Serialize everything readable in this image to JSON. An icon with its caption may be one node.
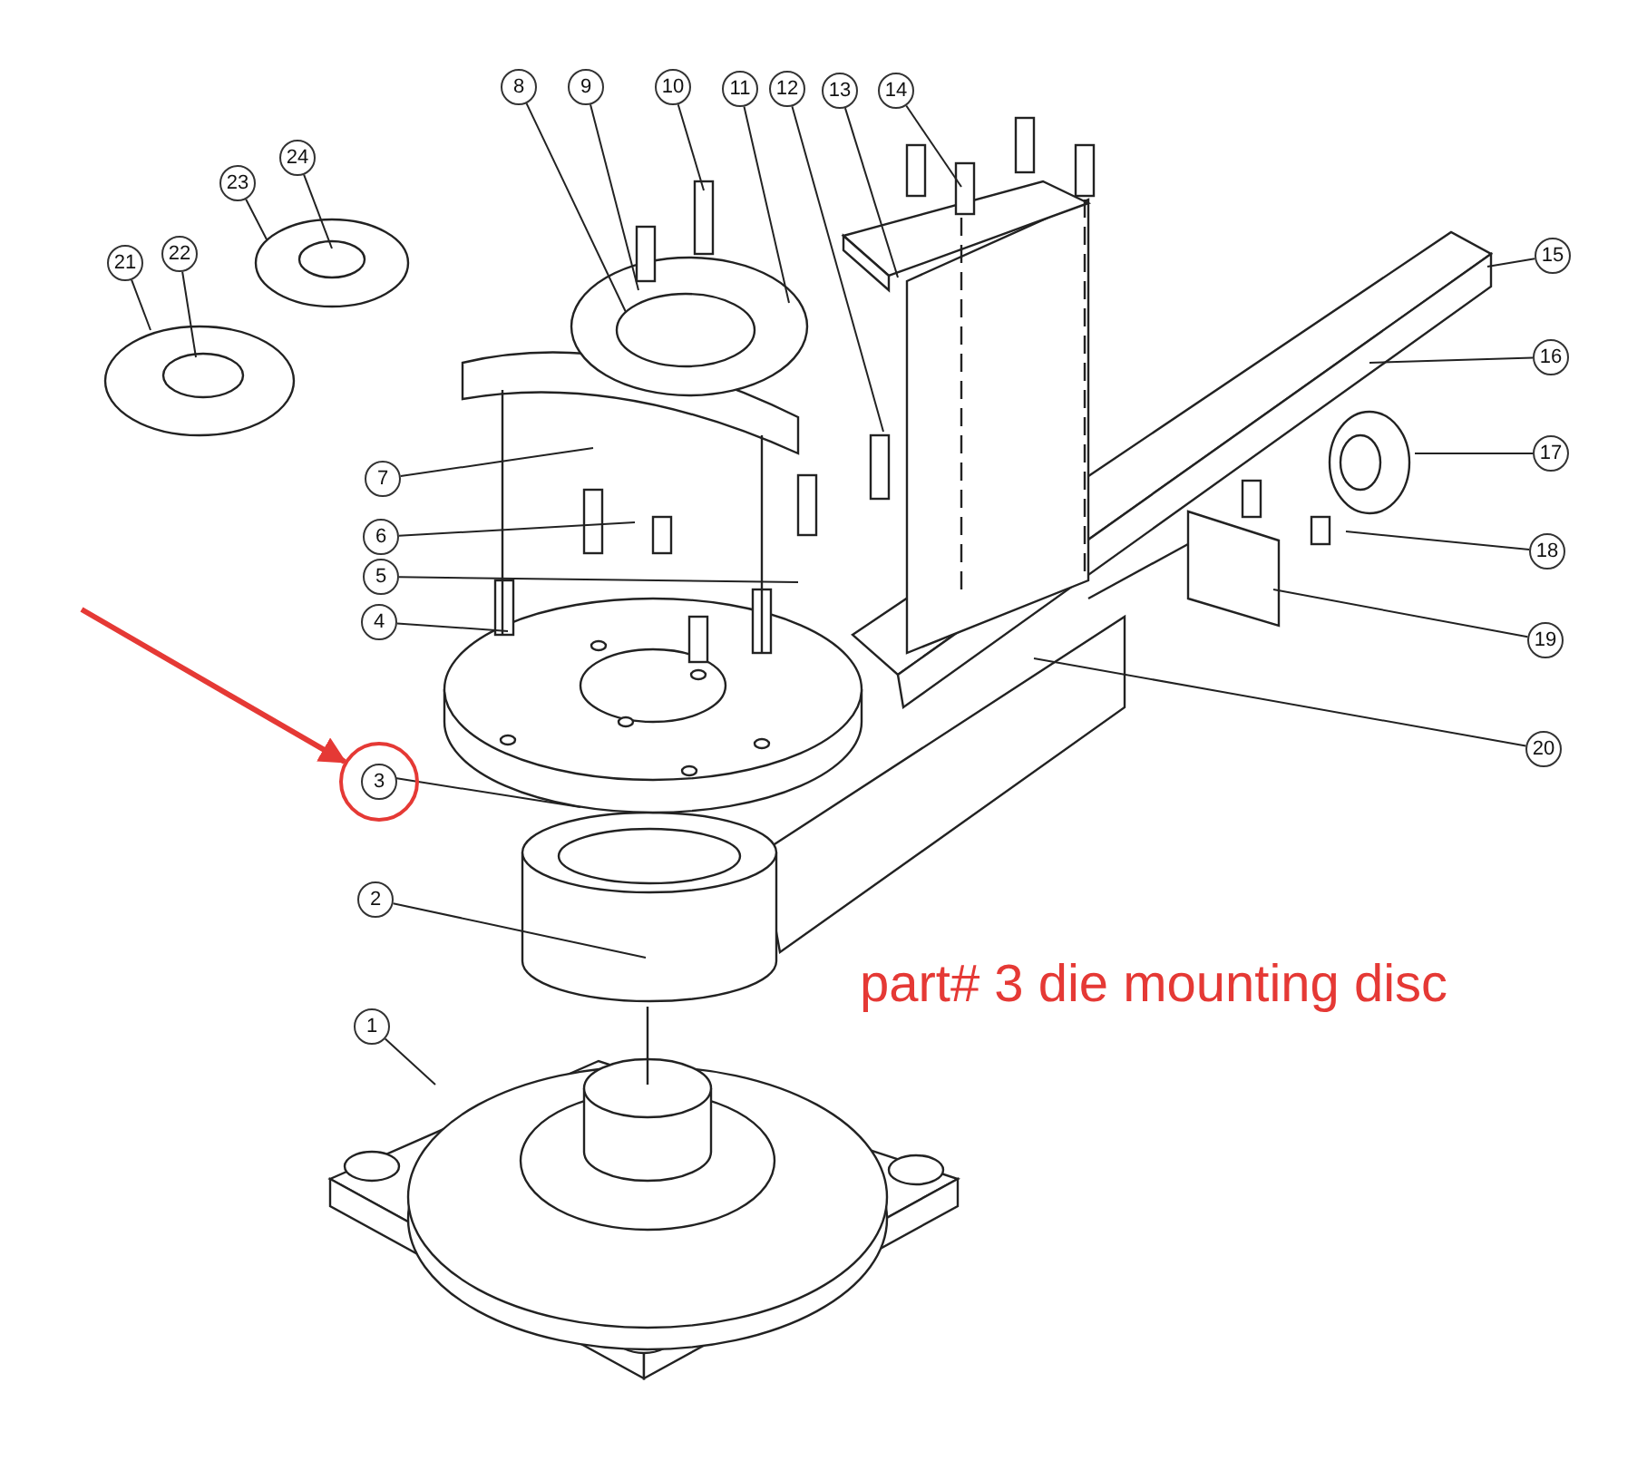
{
  "diagram": {
    "nodes": [
      {
        "text": [
          "1"
        ]
      },
      {
        "text": [
          "2"
        ]
      },
      {
        "text": [],
        "shape": "circle"
      },
      {
        "text": [
          "3"
        ],
        "in": 2
      },
      {
        "text": [
          "4"
        ]
      },
      {
        "text": [
          "5"
        ]
      },
      {
        "text": [
          "6"
        ]
      },
      {
        "text": [
          "7"
        ]
      },
      {
        "text": [
          "8"
        ]
      },
      {
        "text": [
          "9"
        ]
      },
      {
        "text": [
          "10"
        ]
      },
      {
        "text": [
          "11"
        ]
      },
      {
        "text": [
          "12"
        ]
      },
      {
        "text": [
          "13"
        ]
      },
      {
        "text": [
          "14"
        ]
      },
      {
        "text": [
          "15"
        ]
      },
      {
        "text": [
          "16"
        ]
      },
      {
        "text": [
          "17"
        ]
      },
      {
        "text": [
          "18"
        ]
      },
      {
        "text": [
          "19"
        ]
      },
      {
        "text": [
          "20"
        ]
      },
      {
        "text": [
          "21"
        ]
      },
      {
        "text": [
          "22"
        ]
      },
      {
        "text": [
          "23"
        ]
      },
      {
        "text": [
          "24"
        ]
      }
    ],
    "edges": [
      {
        "from": 0,
        "to": null,
        "arrow": "none"
      },
      {
        "from": 1,
        "to": null,
        "arrow": "none"
      },
      {
        "from": 3,
        "to": null,
        "arrow": "none"
      },
      {
        "from": 4,
        "to": null,
        "arrow": "none"
      },
      {
        "from": 5,
        "to": null,
        "arrow": "none"
      },
      {
        "from": 6,
        "to": null,
        "arrow": "none"
      },
      {
        "from": 7,
        "to": null,
        "arrow": "none"
      },
      {
        "from": 8,
        "to": null,
        "arrow": "none"
      },
      {
        "from": 9,
        "to": null,
        "arrow": "none"
      },
      {
        "from": 10,
        "to": null,
        "arrow": "none"
      },
      {
        "from": 11,
        "to": null,
        "arrow": "none"
      },
      {
        "from": 12,
        "to": null,
        "arrow": "none"
      },
      {
        "from": 13,
        "to": null,
        "arrow": "none"
      },
      {
        "from": 14,
        "to": null,
        "arrow": "none"
      },
      {
        "from": 15,
        "to": null,
        "arrow": "none"
      },
      {
        "from": 16,
        "to": null,
        "arrow": "none"
      },
      {
        "from": 17,
        "to": null,
        "arrow": "none"
      },
      {
        "from": 18,
        "to": null,
        "arrow": "none"
      },
      {
        "from": 19,
        "to": null,
        "arrow": "none"
      },
      {
        "from": 20,
        "to": null,
        "arrow": "none"
      },
      {
        "from": 21,
        "to": null,
        "arrow": "none"
      },
      {
        "from": 22,
        "to": null,
        "arrow": "none"
      },
      {
        "from": 23,
        "to": null,
        "arrow": "none"
      },
      {
        "from": 24,
        "to": null,
        "arrow": "none"
      },
      {
        "from": null,
        "to": 2,
        "arrow": "to",
        "style": "thick",
        "color": "#e53935"
      }
    ],
    "labels": [
      "part# 3 die mounting disc"
    ]
  }
}
